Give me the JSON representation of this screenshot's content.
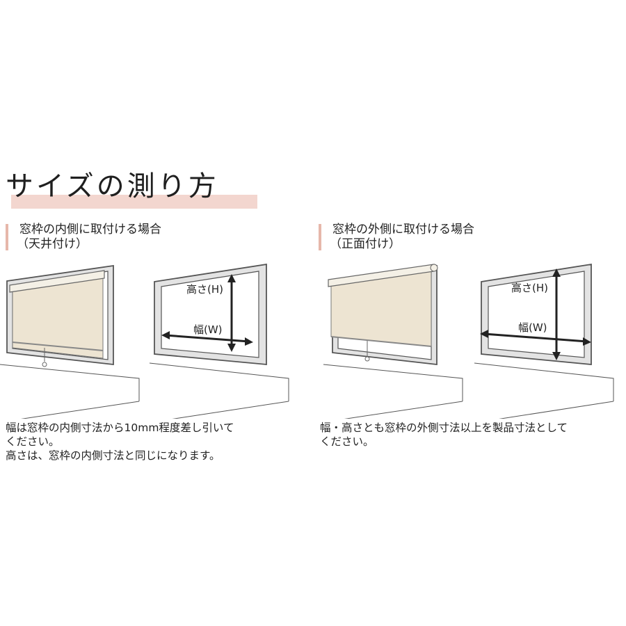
{
  "title": "サイズの測り方",
  "sections": [
    {
      "heading_line1": "窓枠の内側に取付ける場合",
      "heading_line2": "（天井付け）",
      "height_label": "高さ(H)",
      "width_label": "幅(W)",
      "note_lines": [
        "幅は窓枠の内側寸法から10mm程度差し引いて",
        "ください。",
        "高さは、窓枠の内側寸法と同じになります。"
      ]
    },
    {
      "heading_line1": "窓枠の外側に取付ける場合",
      "heading_line2": "（正面付け）",
      "height_label": "高さ(H)",
      "width_label": "幅(W)",
      "note_lines": [
        "幅・高さとも窓枠の外側寸法以上を製品寸法として",
        "ください。"
      ]
    }
  ],
  "colors": {
    "accent": "#e6b7aa",
    "title_highlight": "#f3d6cf",
    "blind": "#ede4d2",
    "frame_fill": "#e3e3e3",
    "frame_stroke": "#555555"
  }
}
